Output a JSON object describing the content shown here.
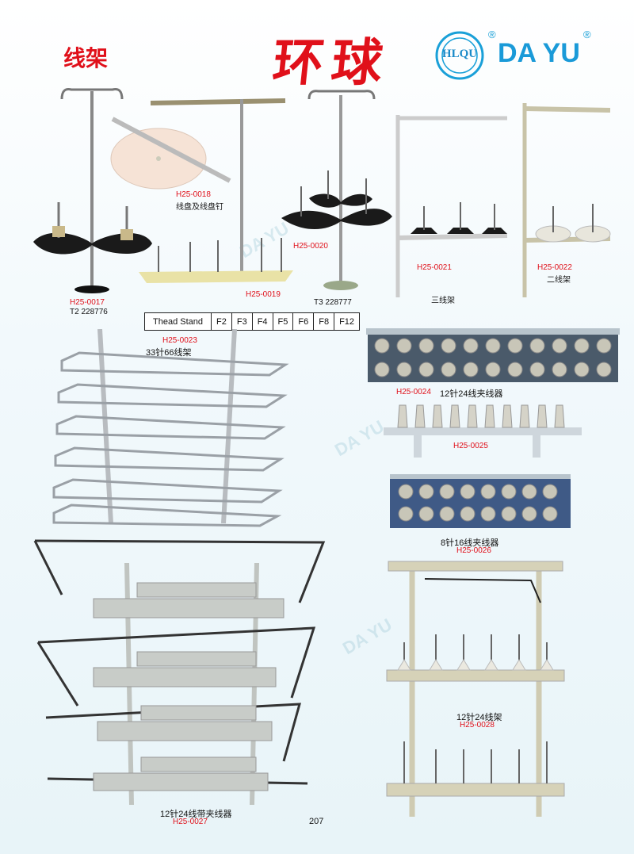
{
  "header": {
    "category": "线架",
    "brand_cn": "环球",
    "logo_mark": "HLQU",
    "logo_text": "DA YU",
    "registered": "®"
  },
  "products": [
    {
      "code": "H25-0017",
      "label": "T2 228776"
    },
    {
      "code": "H25-0018",
      "label": "线盘及线盘钉"
    },
    {
      "code": "H25-0019",
      "label": ""
    },
    {
      "code": "H25-0020",
      "label": "T3 228777"
    },
    {
      "code": "H25-0021",
      "label": "三线架"
    },
    {
      "code": "H25-0022",
      "label": "二线架"
    },
    {
      "code": "H25-0023",
      "label": "33针66线架"
    },
    {
      "code": "H25-0024",
      "label": "12针24线夹线器"
    },
    {
      "code": "H25-0025",
      "label": ""
    },
    {
      "code": "H25-0026",
      "label": "8针16线夹线器"
    },
    {
      "code": "H25-0027",
      "label": "12针24线带夹线器"
    },
    {
      "code": "H25-0028",
      "label": "12针24线架"
    }
  ],
  "thread_stand_table": [
    "Thead Stand",
    "F2",
    "F3",
    "F4",
    "F5",
    "F6",
    "F8",
    "F12"
  ],
  "watermark": "DA YU",
  "page_number": "207"
}
